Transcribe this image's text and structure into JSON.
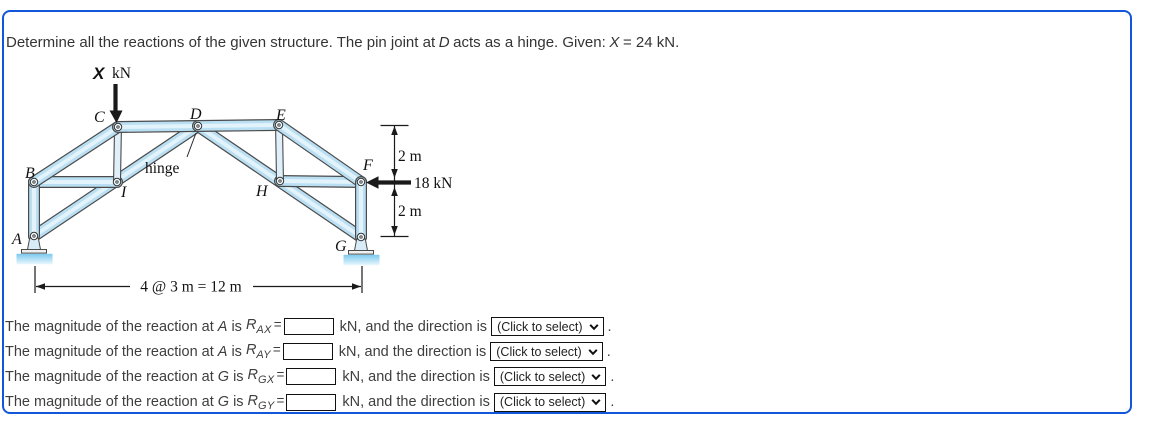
{
  "prompt": {
    "part1": "Determine all the reactions of the given structure. The pin joint at",
    "hinge_joint": "D",
    "part2": "acts as a hinge. Given:",
    "given_symbol": "X",
    "part3": "= 24 kN."
  },
  "diagram": {
    "load_top": {
      "symbol": "X",
      "unit": "kN"
    },
    "load_side_label": "18 kN",
    "hinge_label": "hinge",
    "joints": {
      "A": "A",
      "B": "B",
      "C": "C",
      "D": "D",
      "E": "E",
      "F": "F",
      "G": "G",
      "H": "H",
      "I": "I"
    },
    "dims": {
      "right_top": "2 m",
      "right_bottom": "2 m",
      "bottom": "4 @ 3 m = 12 m"
    }
  },
  "questions": {
    "rows": [
      {
        "prefix": "The magnitude of the reaction at",
        "joint": "A",
        "verb": "is",
        "symbol": "R",
        "subscript": "AX",
        "equals": "=",
        "input_value": "",
        "unit": "kN,",
        "mid": "and the direction is",
        "select_label": "(Click to select)",
        "period": "."
      },
      {
        "prefix": "The magnitude of the reaction at",
        "joint": "A",
        "verb": "is",
        "symbol": "R",
        "subscript": "AY",
        "equals": "=",
        "input_value": "",
        "unit": "kN,",
        "mid": "and the direction is",
        "select_label": "(Click to select)",
        "period": "."
      },
      {
        "prefix": "The magnitude of the reaction at",
        "joint": "G",
        "verb": "is",
        "symbol": "R",
        "subscript": "GX",
        "equals": "=",
        "input_value": "",
        "unit": "kN,",
        "mid": "and the direction is",
        "select_label": "(Click to select)",
        "period": "."
      },
      {
        "prefix": "The magnitude of the reaction at",
        "joint": "G",
        "verb": "is",
        "symbol": "R",
        "subscript": "GY",
        "equals": "=",
        "input_value": "",
        "unit": "kN,",
        "mid": "and the direction is",
        "select_label": "(Click to select)",
        "period": "."
      }
    ]
  },
  "colors": {
    "card_border": "#1257d9",
    "member_outline": "#4a4a4a",
    "member_fill": "#badff3",
    "member_highlight": "#e3f3fb",
    "thin_member_fill": "#dff0fa",
    "ground_top": "#7cc9ee",
    "ground_bottom": "#eaf7fd",
    "text": "#3e3e3e"
  }
}
